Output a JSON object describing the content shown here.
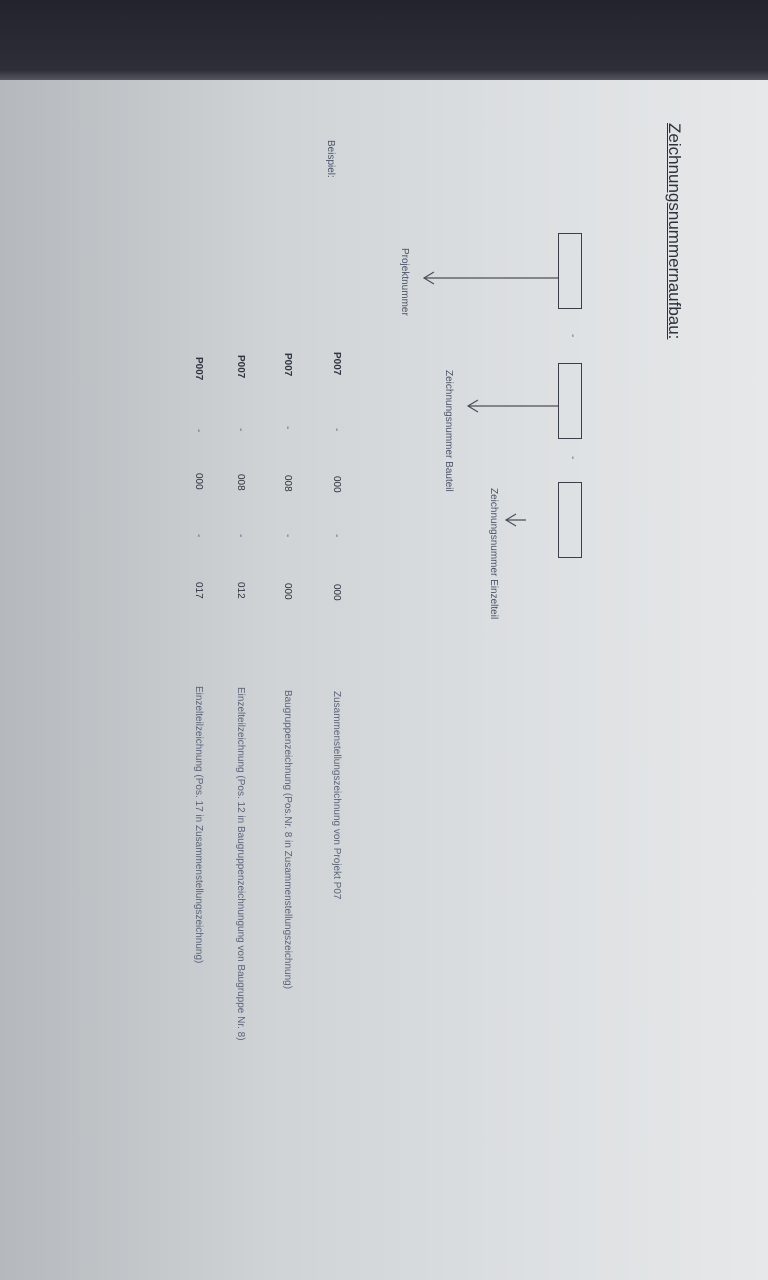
{
  "document": {
    "title": "Zeichnungsnummernaufbau:",
    "example_label": "Beispiel:",
    "scheme_separator": "-",
    "labels": {
      "project": "Projektnummer",
      "component": "Zeichnungsnummer Bauteil",
      "single_part": "Zeichnungsnummer Einzelteil"
    },
    "rows": [
      {
        "project": "P007",
        "sep1": "-",
        "component": "000",
        "sep2": "-",
        "part": "000",
        "description": "Zusammenstellungszeichnung von Projekt P07"
      },
      {
        "project": "P007",
        "sep1": "-",
        "component": "008",
        "sep2": "-",
        "part": "000",
        "description": "Baugruppenzeichnung (Pos.Nr. 8 in Zusammenstellungszeichnung)"
      },
      {
        "project": "P007",
        "sep1": "-",
        "component": "008",
        "sep2": "-",
        "part": "012",
        "description": "Einzelteilzeichnung (Pos. 12 in Baugruppenzeichnungung von Baugruppe Nr. 8)"
      },
      {
        "project": "P007",
        "sep1": "-",
        "component": "000",
        "sep2": "-",
        "part": "017",
        "description": "Einzelteilzeichnung (Pos. 17 in Zusammenstellungszeichnung)"
      }
    ]
  }
}
